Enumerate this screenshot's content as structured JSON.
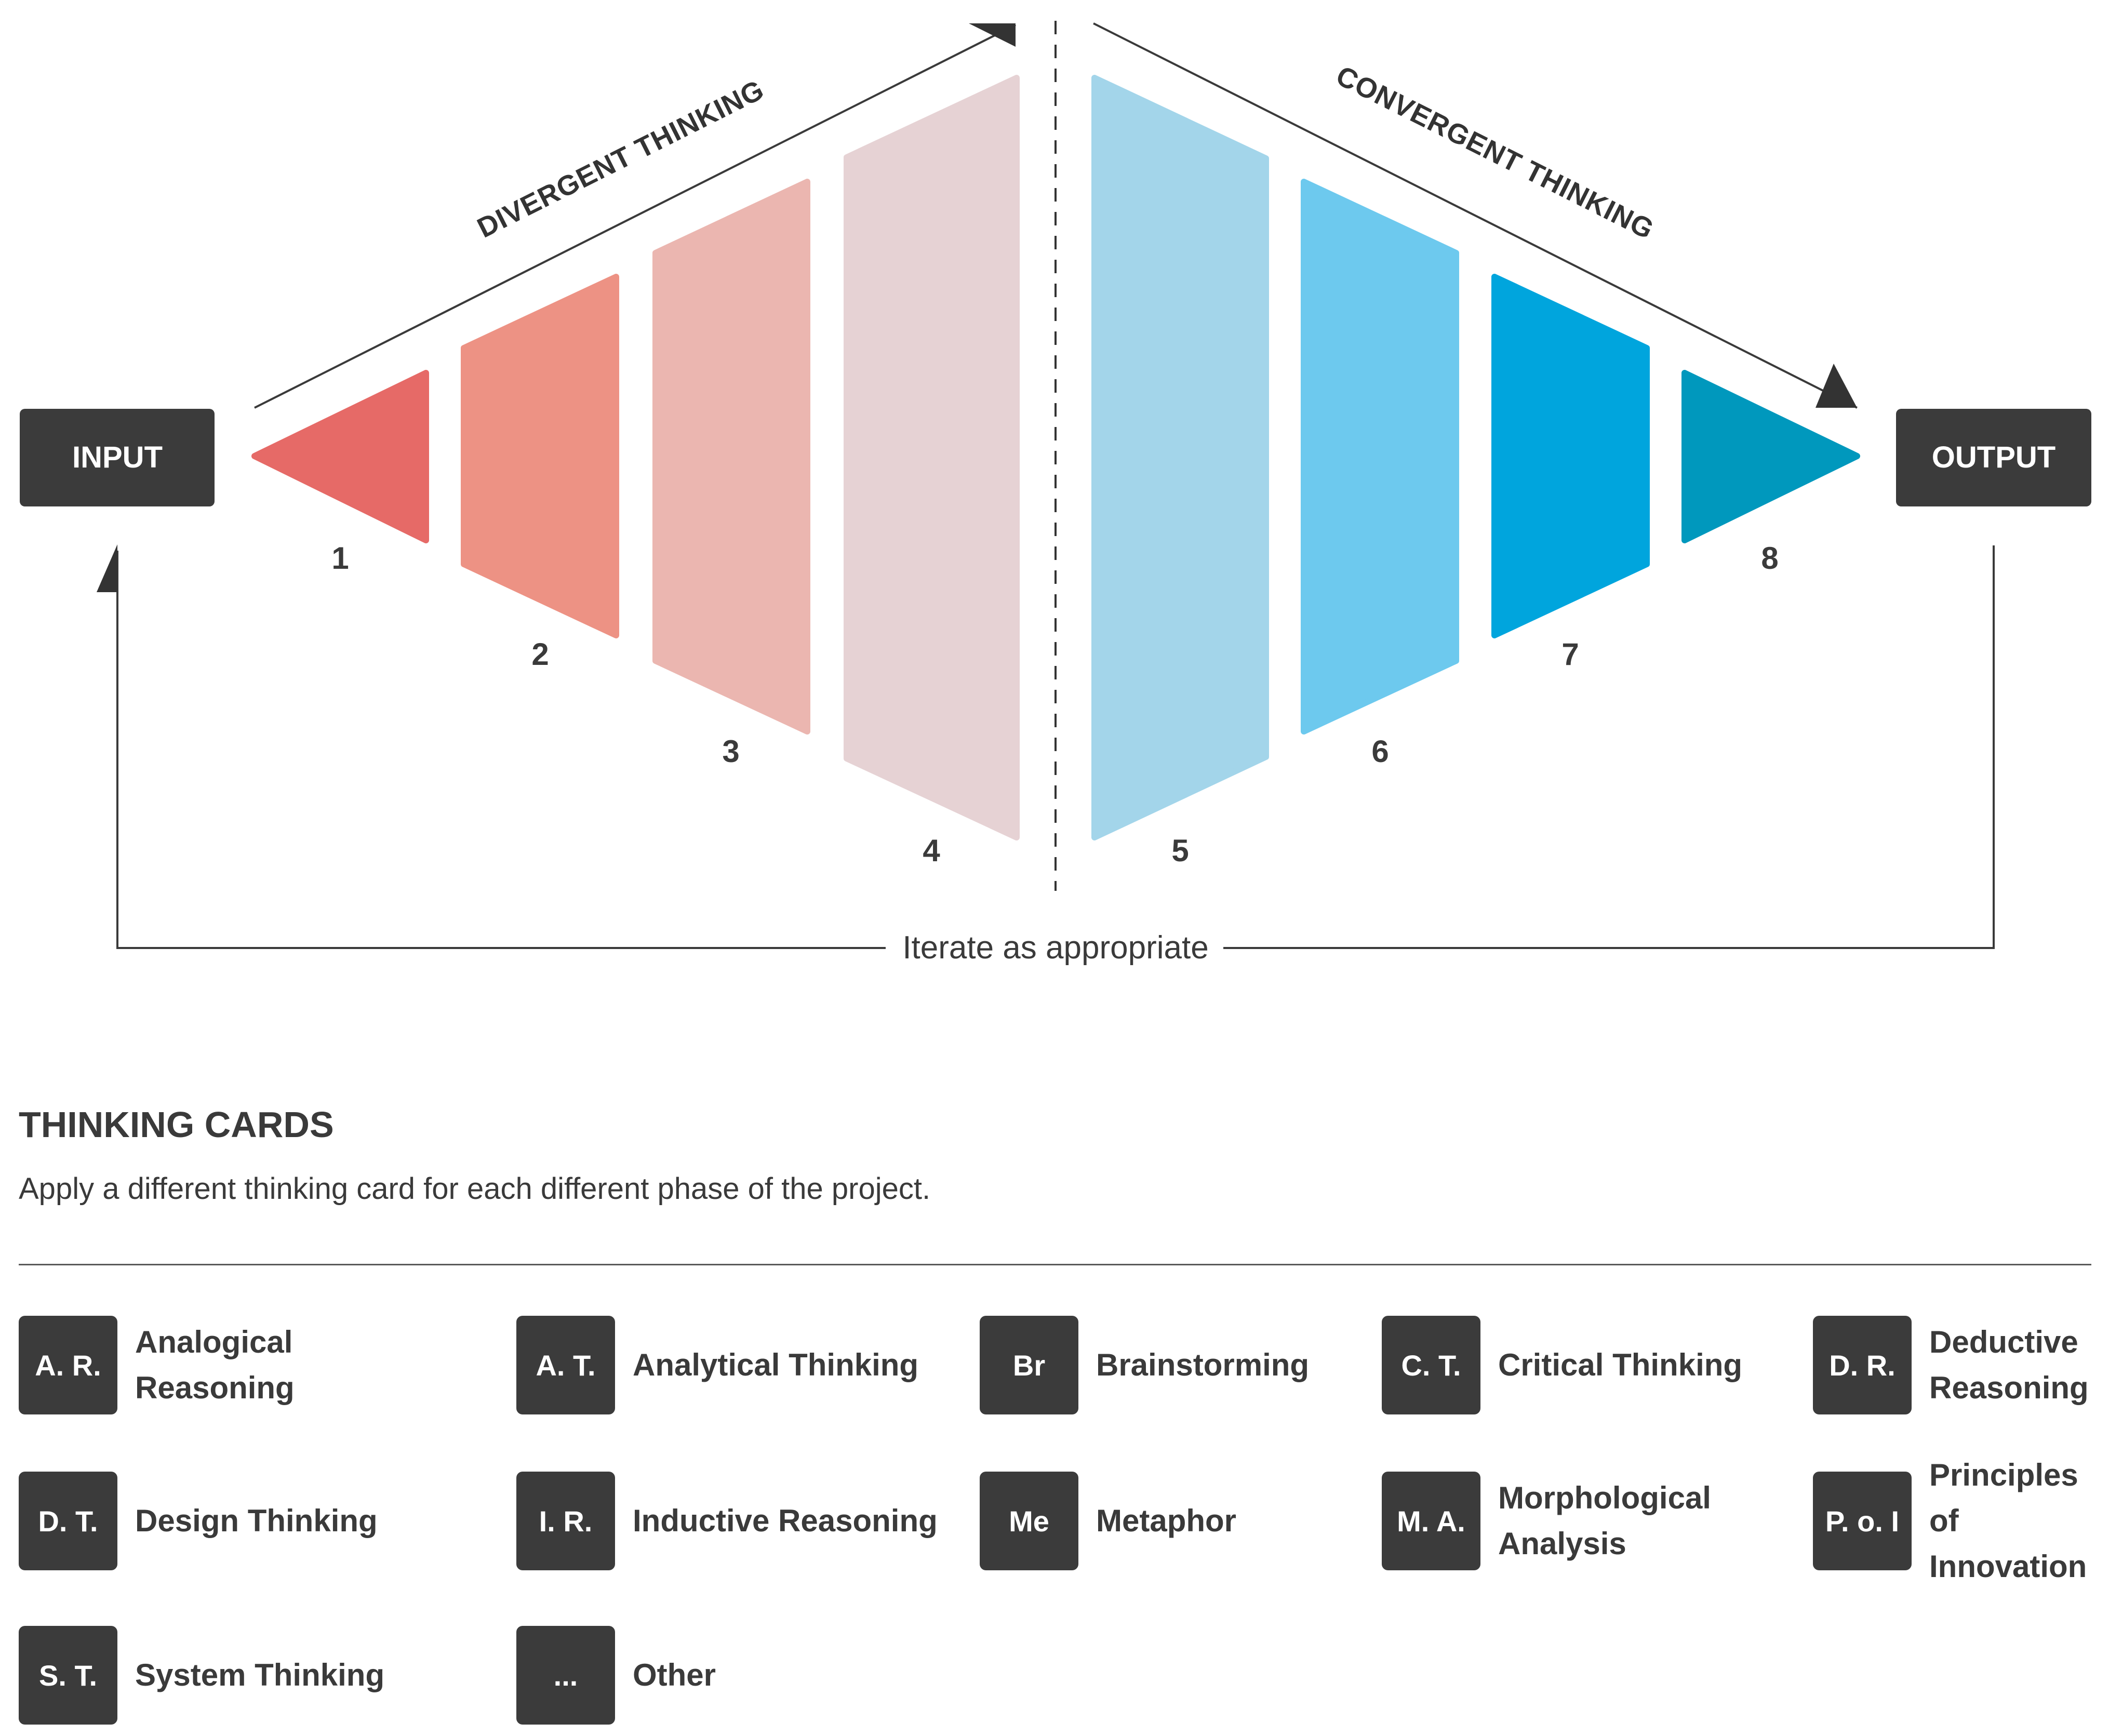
{
  "diagram": {
    "input_label": "INPUT",
    "output_label": "OUTPUT",
    "divergent_label": "DIVERGENT THINKING",
    "convergent_label": "CONVERGENT THINKING",
    "iterate_label": "Iterate as appropriate",
    "phases": [
      {
        "number": "1",
        "color": "#e66a67"
      },
      {
        "number": "2",
        "color": "#ed9284"
      },
      {
        "number": "3",
        "color": "#ebb6b0"
      },
      {
        "number": "4",
        "color": "#e6d2d4"
      },
      {
        "number": "5",
        "color": "#a3d5ea"
      },
      {
        "number": "6",
        "color": "#6dc9ee"
      },
      {
        "number": "7",
        "color": "#00a5dd"
      },
      {
        "number": "8",
        "color": "#0098bd"
      }
    ]
  },
  "thinking_cards": {
    "title": "THINKING CARDS",
    "subtitle": "Apply a different thinking card for each different phase of the project.",
    "cards": [
      {
        "abbr": "A. R.",
        "name": "Analogical  Reasoning"
      },
      {
        "abbr": "A. T.",
        "name": "Analytical Thinking"
      },
      {
        "abbr": "Br",
        "name": "Brainstorming"
      },
      {
        "abbr": "C. T.",
        "name": "Critical Thinking"
      },
      {
        "abbr": "D. R.",
        "name": "Deductive Reasoning"
      },
      {
        "abbr": "D. T.",
        "name": "Design Thinking"
      },
      {
        "abbr": "I. R.",
        "name": "Inductive Reasoning"
      },
      {
        "abbr": "Me",
        "name": "Metaphor"
      },
      {
        "abbr": "M. A.",
        "name": "Morphological Analysis"
      },
      {
        "abbr": "P. o. I",
        "name": "Principles of Innovation"
      },
      {
        "abbr": "S. T.",
        "name": "System Thinking"
      },
      {
        "abbr": "...",
        "name": "Other"
      }
    ]
  }
}
